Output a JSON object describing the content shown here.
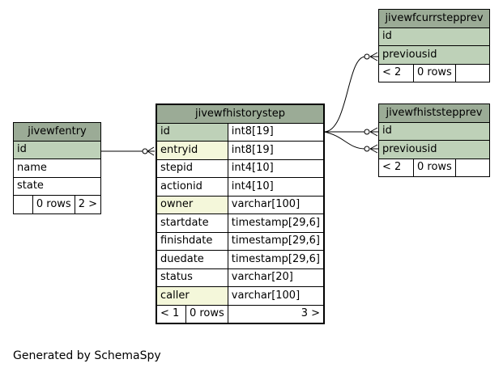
{
  "tables": {
    "history": {
      "name": "jivewfhistorystep",
      "columns": [
        {
          "name": "id",
          "type": "int8[19]",
          "key": "pk"
        },
        {
          "name": "entryid",
          "type": "int8[19]",
          "key": "fk"
        },
        {
          "name": "stepid",
          "type": "int4[10]",
          "key": ""
        },
        {
          "name": "actionid",
          "type": "int4[10]",
          "key": ""
        },
        {
          "name": "owner",
          "type": "varchar[100]",
          "key": "fk"
        },
        {
          "name": "startdate",
          "type": "timestamp[29,6]",
          "key": ""
        },
        {
          "name": "finishdate",
          "type": "timestamp[29,6]",
          "key": ""
        },
        {
          "name": "duedate",
          "type": "timestamp[29,6]",
          "key": ""
        },
        {
          "name": "status",
          "type": "varchar[20]",
          "key": ""
        },
        {
          "name": "caller",
          "type": "varchar[100]",
          "key": "fk"
        }
      ],
      "footer": {
        "parents": "< 1",
        "rows": "0 rows",
        "children": "3 >"
      }
    },
    "entry": {
      "name": "jivewfentry",
      "columns": [
        {
          "name": "id",
          "key": "pk"
        },
        {
          "name": "name",
          "key": ""
        },
        {
          "name": "state",
          "key": ""
        }
      ],
      "footer": {
        "parents": "",
        "rows": "0 rows",
        "children": "2 >"
      }
    },
    "currprev": {
      "name": "jivewfcurrstepprev",
      "columns": [
        {
          "name": "id",
          "key": "pk"
        },
        {
          "name": "previousid",
          "key": "pk"
        }
      ],
      "footer": {
        "parents": "< 2",
        "rows": "0 rows",
        "children": ""
      }
    },
    "histprev": {
      "name": "jivewfhiststepprev",
      "columns": [
        {
          "name": "id",
          "key": "pk"
        },
        {
          "name": "previousid",
          "key": "pk"
        }
      ],
      "footer": {
        "parents": "< 2",
        "rows": "0 rows",
        "children": ""
      }
    }
  },
  "colors": {
    "header": "#9bab96",
    "primary_key": "#bed1b8",
    "foreign_key": "#f4f7da"
  },
  "footer_text": "Generated by SchemaSpy"
}
